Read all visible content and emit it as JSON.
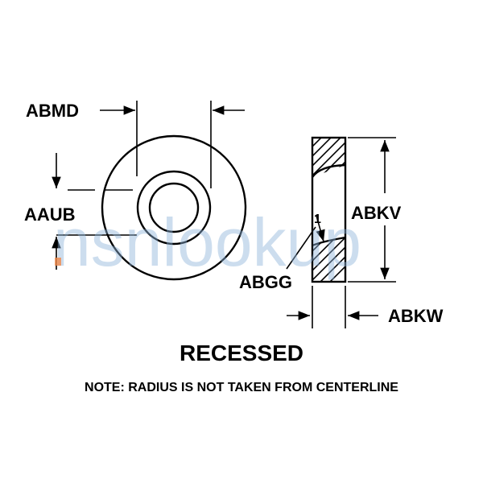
{
  "labels": {
    "abmd": "ABMD",
    "aaub": "AAUB",
    "abkv": "ABKV",
    "abgg": "ABGG",
    "abkw": "ABKW",
    "radius_mark": "1"
  },
  "title": "RECESSED",
  "note": "NOTE:  RADIUS IS NOT TAKEN FROM CENTERLINE",
  "watermark": "nsnlookup",
  "colors": {
    "line": "#000000",
    "watermark": "#8fb3d9",
    "watermark_dot": "#f08a4b"
  }
}
